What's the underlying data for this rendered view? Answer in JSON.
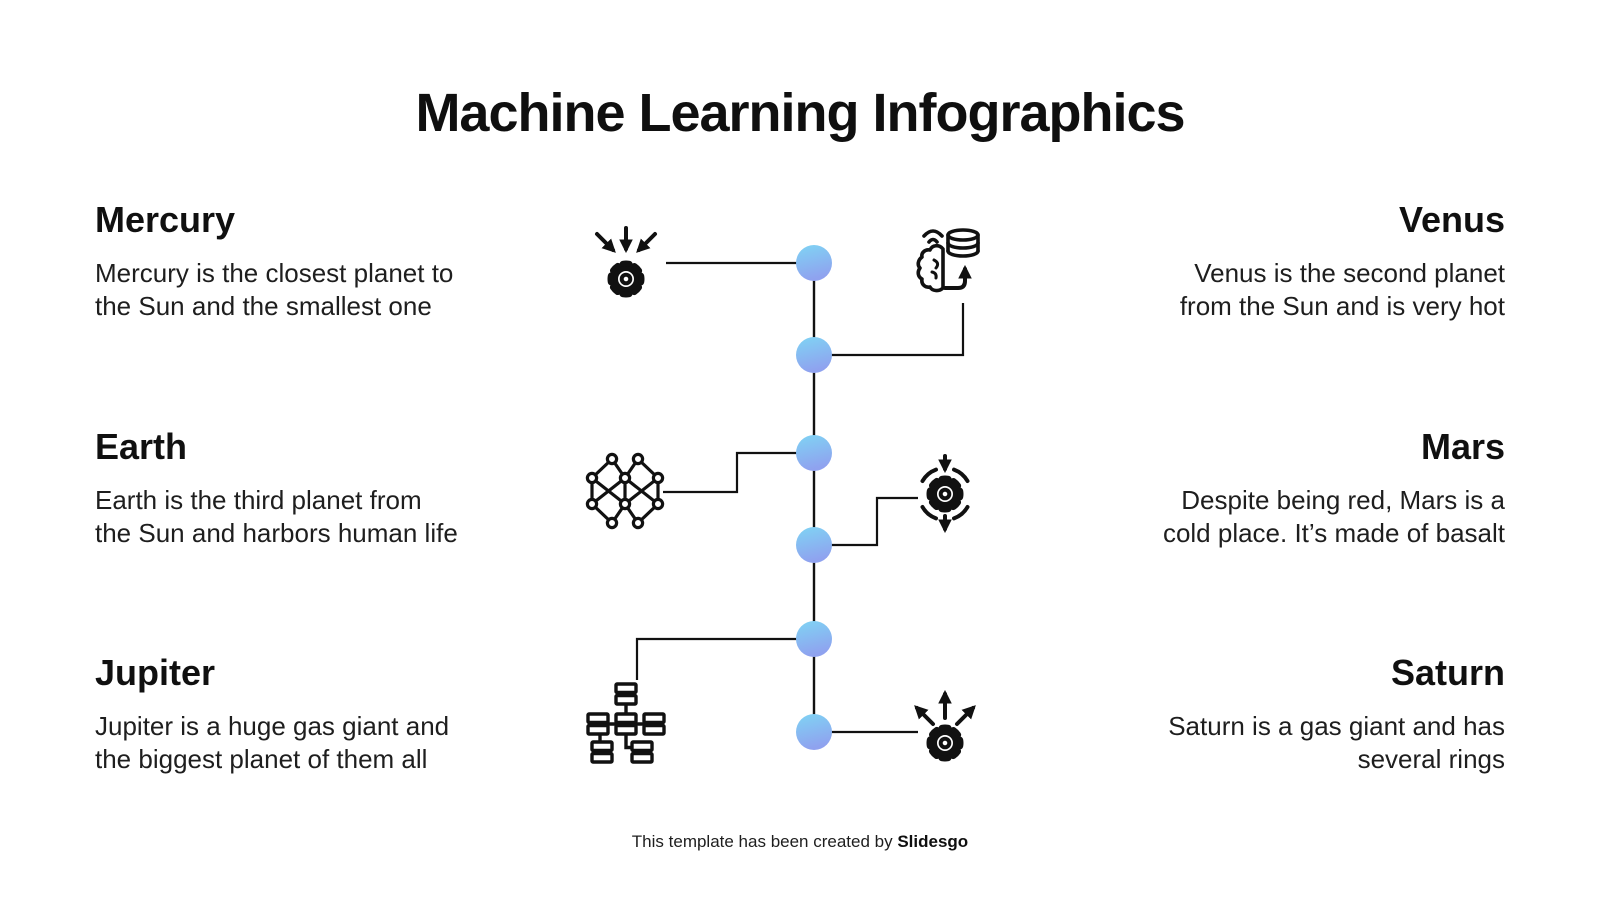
{
  "title": "Machine Learning Infographics",
  "planets": [
    {
      "name": "Mercury",
      "description": "Mercury is the closest planet to\nthe Sun and the smallest one",
      "side": "left",
      "icon": "converging-arrows-gear-icon"
    },
    {
      "name": "Venus",
      "description": "Venus is the second planet\nfrom the Sun and is very hot",
      "side": "right",
      "icon": "brain-database-icon"
    },
    {
      "name": "Earth",
      "description": "Earth is the third planet from\nthe Sun and harbors human life",
      "side": "left",
      "icon": "neural-network-icon"
    },
    {
      "name": "Mars",
      "description": "Despite being red, Mars is a\ncold place. It’s made of basalt",
      "side": "right",
      "icon": "gear-io-brackets-icon"
    },
    {
      "name": "Jupiter",
      "description": "Jupiter is a huge gas giant and\nthe biggest planet of them all",
      "side": "left",
      "icon": "flowchart-tree-icon"
    },
    {
      "name": "Saturn",
      "description": "Saturn is a gas giant and has\nseveral rings",
      "side": "right",
      "icon": "diverging-arrows-gear-icon"
    }
  ],
  "timeline": {
    "node_count": 6
  },
  "footer": {
    "prefix": "This template has been created by ",
    "brand": "Slidesgo"
  },
  "colors": {
    "background": "#ffffff",
    "text": "#141414",
    "line": "#111111",
    "node_gradient_top": "#7FD4F4",
    "node_gradient_bottom": "#8FA2EF"
  }
}
